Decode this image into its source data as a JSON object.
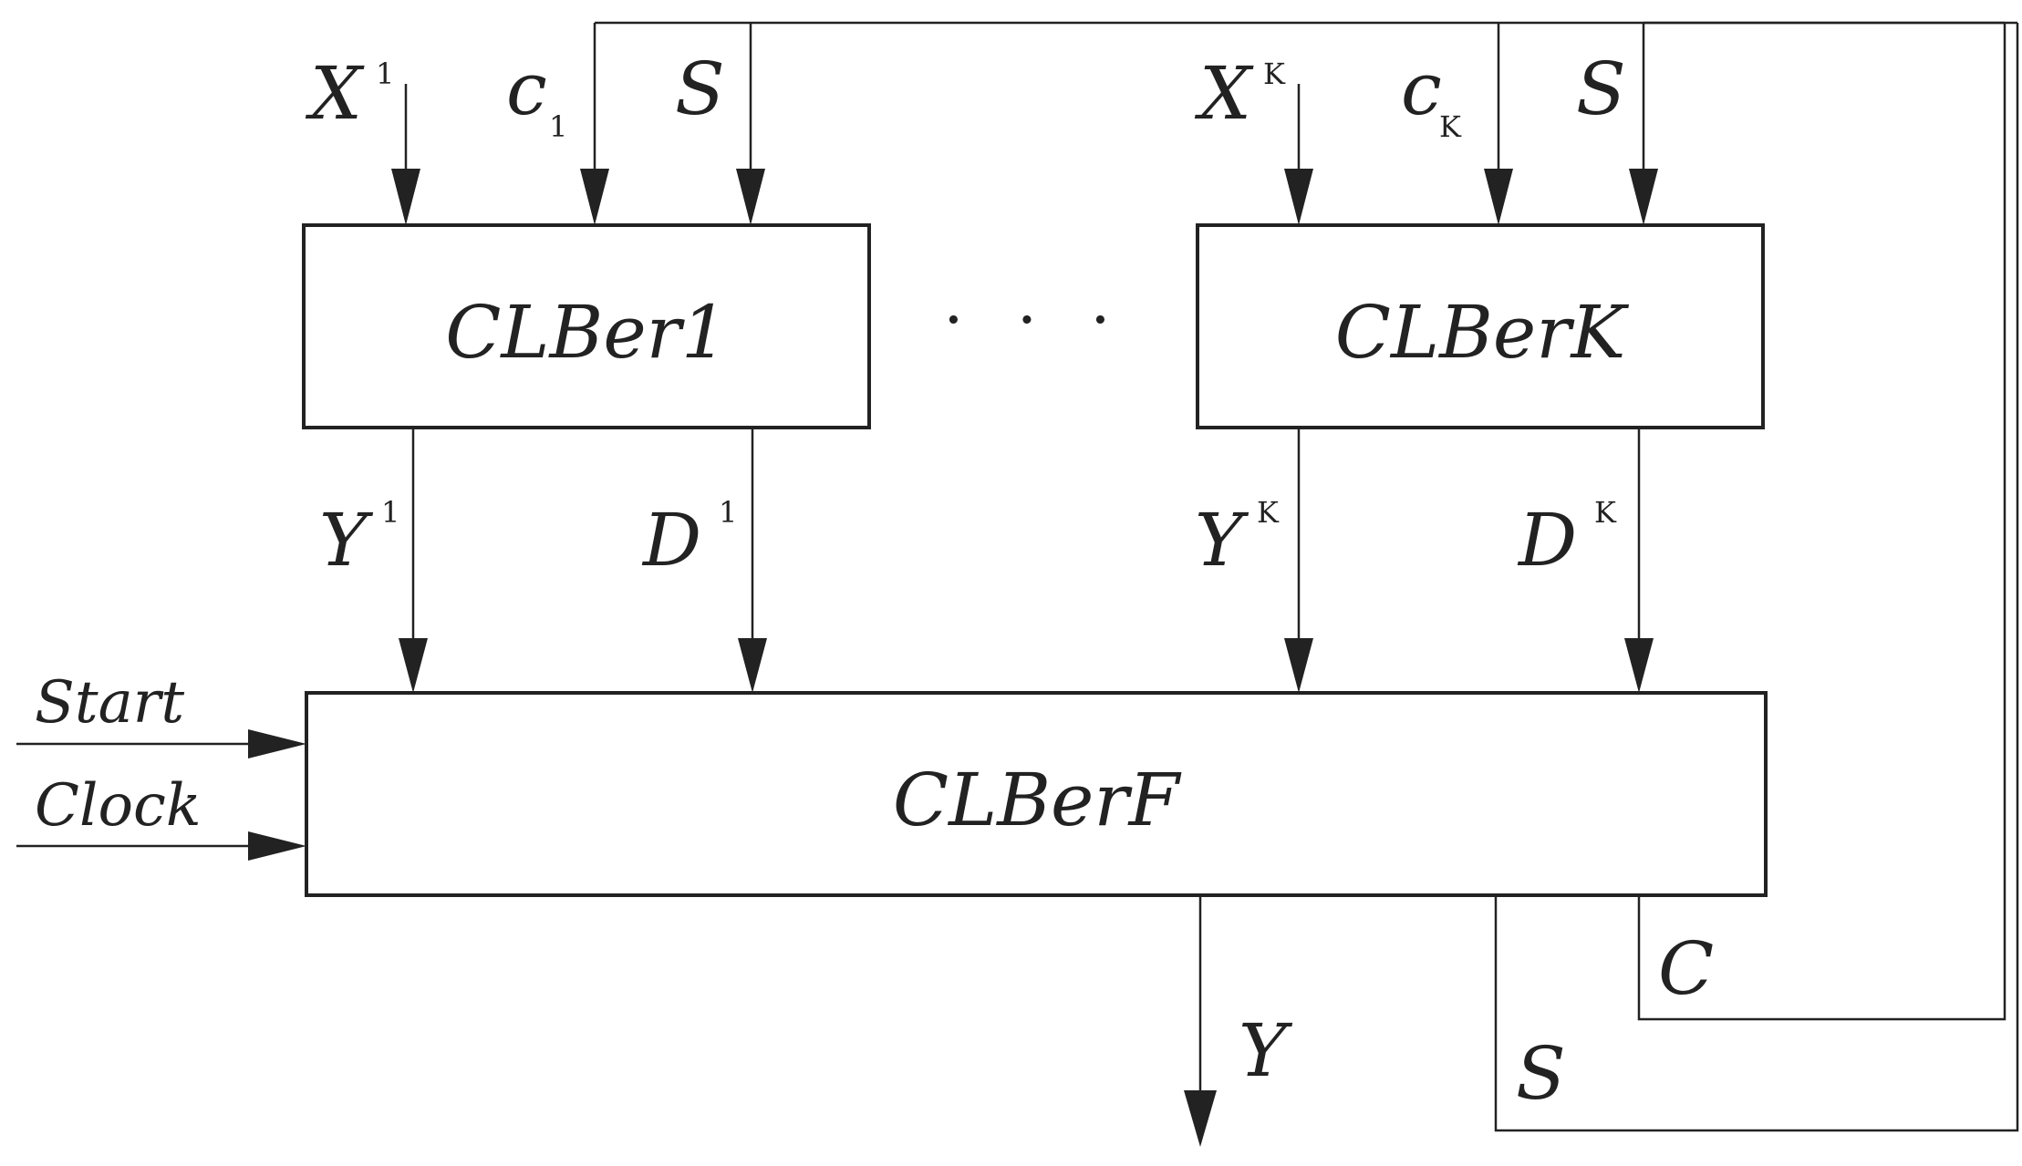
{
  "blocks": {
    "clber1": "CLBer1",
    "clberk": "CLBerK",
    "clberf": "CLBerF"
  },
  "ellipsis": "· · ·",
  "inputs_block1": {
    "x": {
      "base": "X",
      "sup": "1"
    },
    "c": {
      "base": "c",
      "sub": "1"
    },
    "s": "S"
  },
  "inputs_blockk": {
    "x": {
      "base": "X",
      "sup": "K"
    },
    "c": {
      "base": "c",
      "sub": "K"
    },
    "s": "S"
  },
  "outputs_block1": {
    "y": {
      "base": "Y",
      "sup": "1"
    },
    "d": {
      "base": "D",
      "sup": "1"
    }
  },
  "outputs_blockk": {
    "y": {
      "base": "Y",
      "sup": "K"
    },
    "d": {
      "base": "D",
      "sup": "K"
    }
  },
  "control_inputs": {
    "start": "Start",
    "clock": "Clock"
  },
  "final_outputs": {
    "y": "Y",
    "c": "C",
    "s": "S"
  },
  "colors": {
    "ink": "#222222",
    "background": "#ffffff"
  }
}
